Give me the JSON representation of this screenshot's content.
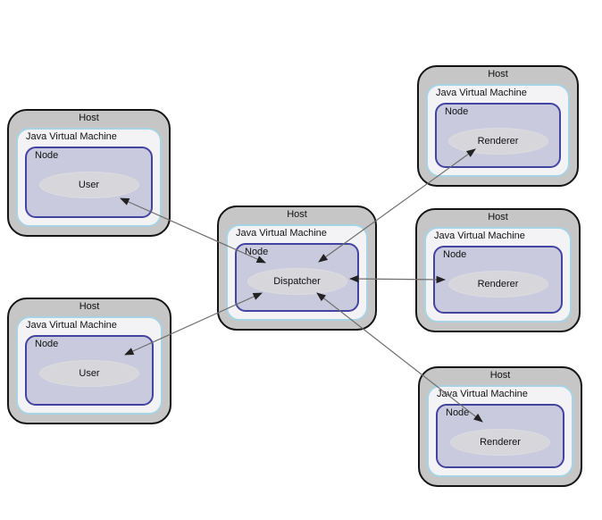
{
  "hosts": [
    {
      "id": "user-top",
      "host": "Host",
      "jvm": "Java Virtual Machine",
      "node": "Node",
      "entity": "User"
    },
    {
      "id": "user-bottom",
      "host": "Host",
      "jvm": "Java Virtual Machine",
      "node": "Node",
      "entity": "User"
    },
    {
      "id": "dispatcher",
      "host": "Host",
      "jvm": "Java Virtual Machine",
      "node": "Node",
      "entity": "Dispatcher"
    },
    {
      "id": "renderer-top",
      "host": "Host",
      "jvm": "Java Virtual Machine",
      "node": "Node",
      "entity": "Renderer"
    },
    {
      "id": "renderer-mid",
      "host": "Host",
      "jvm": "Java Virtual Machine",
      "node": "Node",
      "entity": "Renderer"
    },
    {
      "id": "renderer-bottom",
      "host": "Host",
      "jvm": "Java Virtual Machine",
      "node": "Node",
      "entity": "Renderer"
    }
  ],
  "connections": [
    {
      "from": "User (top)",
      "to": "Dispatcher",
      "bidirectional": true
    },
    {
      "from": "User (bottom)",
      "to": "Dispatcher",
      "bidirectional": true
    },
    {
      "from": "Dispatcher",
      "to": "Renderer (top)",
      "bidirectional": true
    },
    {
      "from": "Dispatcher",
      "to": "Renderer (middle)",
      "bidirectional": true
    },
    {
      "from": "Dispatcher",
      "to": "Renderer (bottom)",
      "bidirectional": true
    }
  ],
  "colors": {
    "host_fill": "#c6c6c6",
    "host_border": "#141414",
    "jvm_fill": "#f3f3f5",
    "jvm_border": "#a6d4e4",
    "node_fill": "#cacade",
    "node_border": "#4343a0",
    "entity_fill": "#d6d6db",
    "arrow_line": "#6e6e6e",
    "arrow_head": "#222222",
    "background": "#ffffff"
  }
}
